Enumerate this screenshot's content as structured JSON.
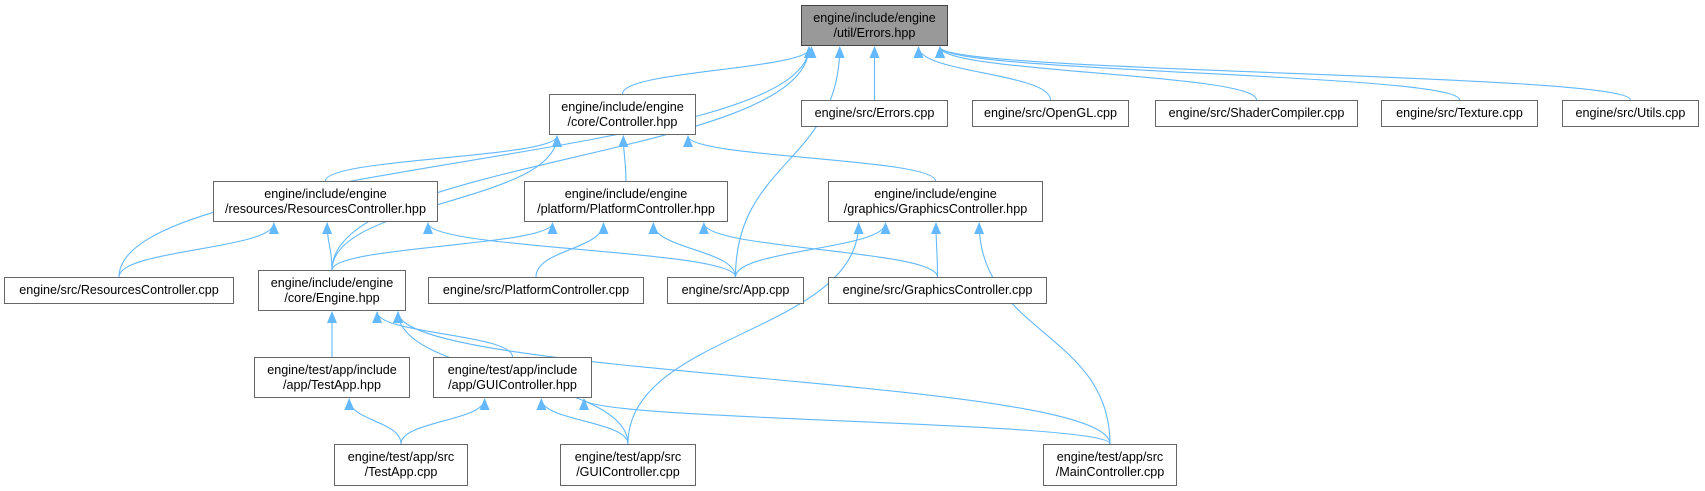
{
  "graph": {
    "edge_color": "#63b8ff",
    "root_fill": "#999999",
    "nodes": [
      {
        "id": "errors_hpp",
        "label": "engine/include/engine\n/util/Errors.hpp",
        "root": true
      },
      {
        "id": "controller_hpp",
        "label": "engine/include/engine\n/core/Controller.hpp"
      },
      {
        "id": "errors_cpp",
        "label": "engine/src/Errors.cpp"
      },
      {
        "id": "opengl_cpp",
        "label": "engine/src/OpenGL.cpp"
      },
      {
        "id": "shadercompiler_cpp",
        "label": "engine/src/ShaderCompiler.cpp"
      },
      {
        "id": "texture_cpp",
        "label": "engine/src/Texture.cpp"
      },
      {
        "id": "utils_cpp",
        "label": "engine/src/Utils.cpp"
      },
      {
        "id": "resourcescontroller_hpp",
        "label": "engine/include/engine\n/resources/ResourcesController.hpp"
      },
      {
        "id": "platformcontroller_hpp",
        "label": "engine/include/engine\n/platform/PlatformController.hpp"
      },
      {
        "id": "graphicscontroller_hpp",
        "label": "engine/include/engine\n/graphics/GraphicsController.hpp"
      },
      {
        "id": "resourcescontroller_cpp",
        "label": "engine/src/ResourcesController.cpp"
      },
      {
        "id": "engine_hpp",
        "label": "engine/include/engine\n/core/Engine.hpp"
      },
      {
        "id": "platformcontroller_cpp",
        "label": "engine/src/PlatformController.cpp"
      },
      {
        "id": "app_cpp",
        "label": "engine/src/App.cpp"
      },
      {
        "id": "graphicscontroller_cpp",
        "label": "engine/src/GraphicsController.cpp"
      },
      {
        "id": "testapp_hpp",
        "label": "engine/test/app/include\n/app/TestApp.hpp"
      },
      {
        "id": "guicontroller_hpp",
        "label": "engine/test/app/include\n/app/GUIController.hpp"
      },
      {
        "id": "testapp_cpp",
        "label": "engine/test/app/src\n/TestApp.cpp"
      },
      {
        "id": "guicontroller_cpp",
        "label": "engine/test/app/src\n/GUIController.cpp"
      },
      {
        "id": "maincontroller_cpp",
        "label": "engine/test/app/src\n/MainController.cpp"
      }
    ],
    "edges": [
      {
        "from": "controller_hpp",
        "to": "errors_hpp"
      },
      {
        "from": "errors_cpp",
        "to": "errors_hpp"
      },
      {
        "from": "opengl_cpp",
        "to": "errors_hpp"
      },
      {
        "from": "shadercompiler_cpp",
        "to": "errors_hpp"
      },
      {
        "from": "texture_cpp",
        "to": "errors_hpp"
      },
      {
        "from": "utils_cpp",
        "to": "errors_hpp"
      },
      {
        "from": "app_cpp",
        "to": "errors_hpp"
      },
      {
        "from": "engine_hpp",
        "to": "errors_hpp"
      },
      {
        "from": "resourcescontroller_cpp",
        "to": "errors_hpp"
      },
      {
        "from": "resourcescontroller_hpp",
        "to": "controller_hpp"
      },
      {
        "from": "platformcontroller_hpp",
        "to": "controller_hpp"
      },
      {
        "from": "graphicscontroller_hpp",
        "to": "controller_hpp"
      },
      {
        "from": "engine_hpp",
        "to": "controller_hpp"
      },
      {
        "from": "resourcescontroller_cpp",
        "to": "resourcescontroller_hpp"
      },
      {
        "from": "engine_hpp",
        "to": "resourcescontroller_hpp"
      },
      {
        "from": "app_cpp",
        "to": "resourcescontroller_hpp"
      },
      {
        "from": "engine_hpp",
        "to": "platformcontroller_hpp"
      },
      {
        "from": "platformcontroller_cpp",
        "to": "platformcontroller_hpp"
      },
      {
        "from": "app_cpp",
        "to": "platformcontroller_hpp"
      },
      {
        "from": "graphicscontroller_cpp",
        "to": "platformcontroller_hpp"
      },
      {
        "from": "app_cpp",
        "to": "graphicscontroller_hpp"
      },
      {
        "from": "graphicscontroller_cpp",
        "to": "graphicscontroller_hpp"
      },
      {
        "from": "guicontroller_cpp",
        "to": "graphicscontroller_hpp"
      },
      {
        "from": "maincontroller_cpp",
        "to": "graphicscontroller_hpp"
      },
      {
        "from": "testapp_hpp",
        "to": "engine_hpp"
      },
      {
        "from": "guicontroller_hpp",
        "to": "engine_hpp"
      },
      {
        "from": "guicontroller_cpp",
        "to": "engine_hpp"
      },
      {
        "from": "maincontroller_cpp",
        "to": "engine_hpp"
      },
      {
        "from": "testapp_cpp",
        "to": "testapp_hpp"
      },
      {
        "from": "testapp_cpp",
        "to": "guicontroller_hpp"
      },
      {
        "from": "guicontroller_cpp",
        "to": "guicontroller_hpp"
      },
      {
        "from": "maincontroller_cpp",
        "to": "guicontroller_hpp"
      }
    ]
  }
}
